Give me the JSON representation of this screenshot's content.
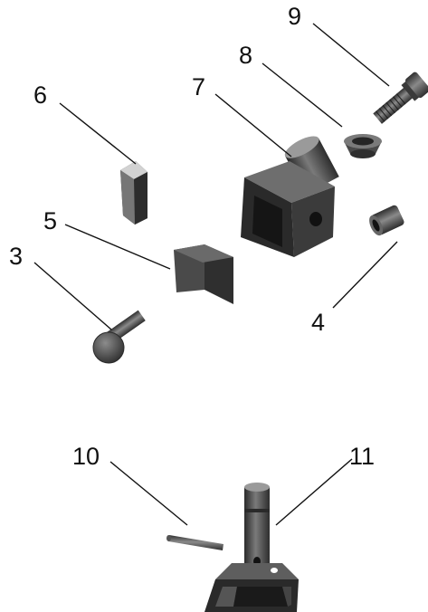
{
  "callouts": [
    {
      "id": "9",
      "label": "9",
      "part": "screw-with-washer"
    },
    {
      "id": "8",
      "label": "8",
      "part": "conical-ring"
    },
    {
      "id": "7",
      "label": "7",
      "part": "jaw-holder"
    },
    {
      "id": "6",
      "label": "6",
      "part": "triangular-insert"
    },
    {
      "id": "5",
      "label": "5",
      "part": "angle-bracket"
    },
    {
      "id": "3",
      "label": "3",
      "part": "carriage-bolt"
    },
    {
      "id": "4",
      "label": "4",
      "part": "bushing"
    },
    {
      "id": "10",
      "label": "10",
      "part": "pin"
    },
    {
      "id": "11",
      "label": "11",
      "part": "base-post"
    }
  ],
  "colors": {
    "part_dark": "#2e2e2e",
    "part_mid": "#555555",
    "part_light": "#8a8a8a",
    "line": "#111111",
    "background": "#ffffff"
  }
}
